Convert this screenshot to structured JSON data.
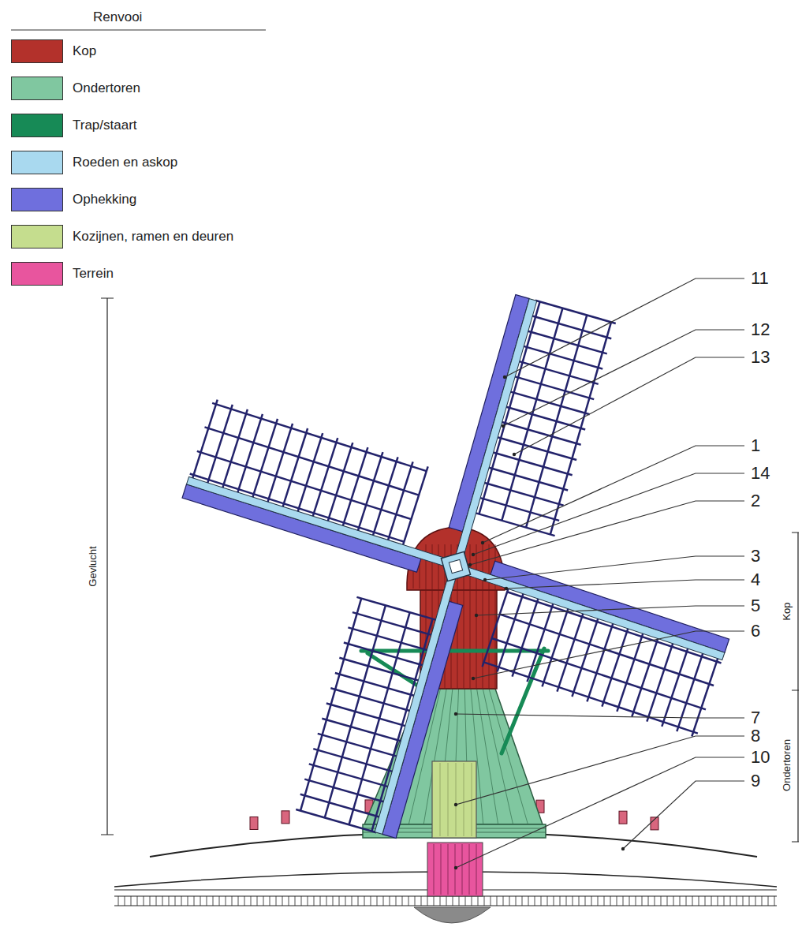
{
  "diagram": {
    "labels": [
      "Renvooi",
      "11",
      "12",
      "13",
      "1",
      "14",
      "2",
      "3",
      "4",
      "5",
      "6",
      "7",
      "8",
      "10",
      "9",
      "Gevlucht",
      "Kop",
      "Ondertoren"
    ],
    "legend": [
      {
        "text": "Kop",
        "color": "#b3312b"
      },
      {
        "text": "Ondertoren",
        "color": "#80c7a0"
      },
      {
        "text": "Trap/staart",
        "color": "#178a56"
      },
      {
        "text": "Roeden en askop",
        "color": "#a9d9ef"
      },
      {
        "text": "Ophekking",
        "color": "#6f6fdd"
      },
      {
        "text": "Kozijnen, ramen en deuren",
        "color": "#c5dd8e"
      },
      {
        "text": "Terrein",
        "color": "#e8559e"
      }
    ]
  }
}
